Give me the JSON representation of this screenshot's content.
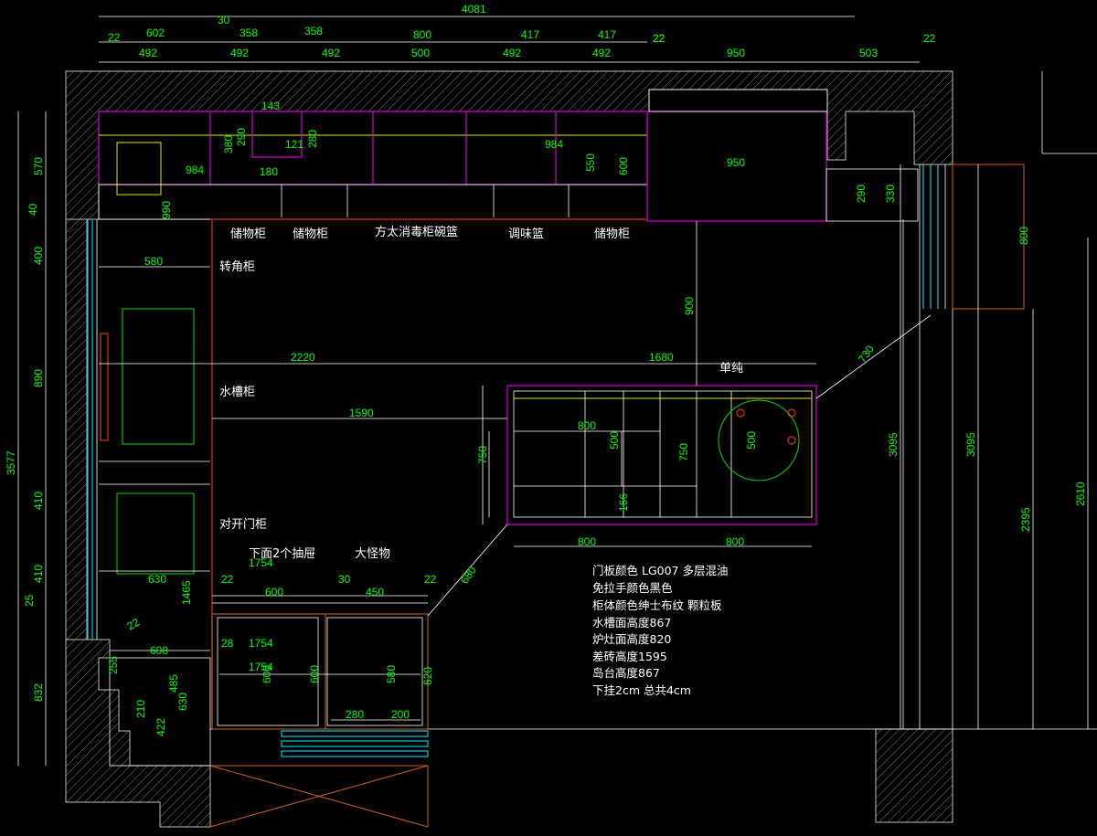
{
  "dimensions": {
    "top_total": "4081",
    "top_row1": [
      "22",
      "602",
      "30",
      "358",
      "358",
      "800",
      "417",
      "417",
      "22"
    ],
    "top_row2": [
      "492",
      "492",
      "492",
      "500",
      "492",
      "492",
      "22",
      "950",
      "503",
      "22"
    ],
    "left_total": "3577",
    "left_col": [
      "570",
      "40",
      "400",
      "890",
      "410",
      "410",
      "25",
      "832"
    ],
    "right_col": [
      "3095",
      "3095",
      "2395",
      "2610"
    ],
    "upper_cabinet": [
      "143",
      "380",
      "290",
      "121",
      "280",
      "180",
      "984",
      "990",
      "984",
      "550",
      "600",
      "950",
      "290",
      "330",
      "800"
    ],
    "middle": [
      "580",
      "900",
      "2220",
      "1680",
      "730",
      "1590"
    ],
    "island": [
      "800",
      "500",
      "750",
      "166",
      "500",
      "750",
      "800",
      "800",
      "680"
    ],
    "lower": [
      "1754",
      "22",
      "600",
      "30",
      "450",
      "22",
      "1465",
      "630"
    ],
    "bottom_left": [
      "22",
      "608",
      "28",
      "1754",
      "1754",
      "600",
      "600",
      "580",
      "620",
      "255",
      "485",
      "210",
      "422",
      "630",
      "280",
      "200"
    ]
  },
  "labels": {
    "cabinets": [
      "储物柜",
      "储物柜",
      "方太消毒柜碗篮",
      "调味篮",
      "储物柜"
    ],
    "corner_cabinet": "转角柜",
    "sink_cabinet": "水槽柜",
    "double_door_cabinet": "对开门柜",
    "drawers": "下面2个抽屉",
    "big_monster": "大怪物",
    "single": "单纯"
  },
  "notes": [
    "门板颜色 LG007 多层混油",
    "免拉手颜色黑色",
    "柜体颜色绅士布纹 颗粒板",
    "水槽面高度867",
    "炉灶面高度820",
    "差砖高度1595",
    "岛台高度867",
    "下挂2cm 总共4cm"
  ],
  "colors": {
    "background": "#000000",
    "dimension": "#00ff00",
    "cabinet_outline": "#d400d4",
    "wall": "#ffffff",
    "counter_edge": "#e6e600",
    "accent": "#e03010"
  }
}
